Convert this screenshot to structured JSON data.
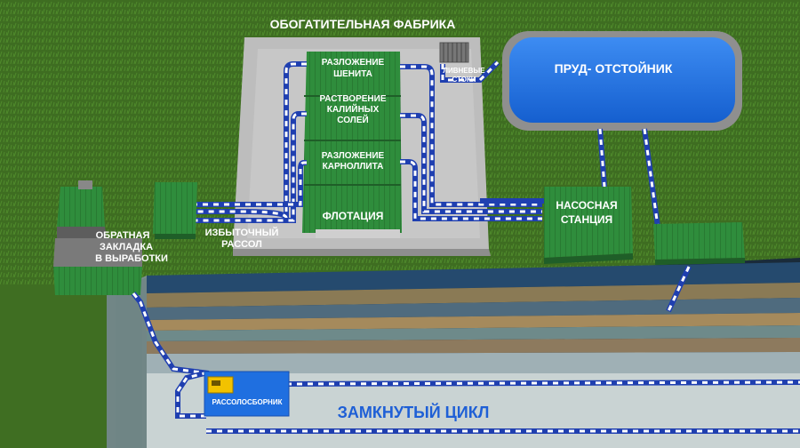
{
  "title": "ОБОГАТИТЕЛЬНАЯ ФАБРИКА",
  "labels": {
    "stage1": "РАЗЛОЖЕНИЕ ШЕНИТА",
    "stage1_l1": "РАЗЛОЖЕНИЕ",
    "stage1_l2": "ШЕНИТА",
    "stage2_l1": "РАСТВОРЕНИЕ",
    "stage2_l2": "КАЛИЙНЫХ",
    "stage2_l3": "СОЛЕЙ",
    "stage3_l1": "РАЗЛОЖЕНИЕ",
    "stage3_l2": "КАРНОЛЛИТА",
    "stage4": "ФЛОТАЦИЯ",
    "storm_l1": "ЛИВНЕВЫЕ",
    "storm_l2": "СТОКИ",
    "pond": "ПРУД- ОТСТОЙНИК",
    "pump_l1": "НАСОСНАЯ",
    "pump_l2": "СТАНЦИЯ",
    "backfill_l1": "ОБРАТНАЯ",
    "backfill_l2": "ЗАКЛАДКА",
    "backfill_l3": "В ВЫРАБОТКИ",
    "brine_l1": "ИЗБЫТОЧНЫЙ",
    "brine_l2": "РАССОЛ",
    "collector": "РАССОЛОСБОРНИК",
    "cycle": "ЗАМКНУТЫЙ ЦИКЛ"
  },
  "colors": {
    "grass": "#3f6e22",
    "roof": "#2e8a3a",
    "concrete": "#b8b8b8",
    "water": "#1f6fe0",
    "pipe": "#1f3fb0",
    "cycle_text": "#1e5fd6"
  }
}
